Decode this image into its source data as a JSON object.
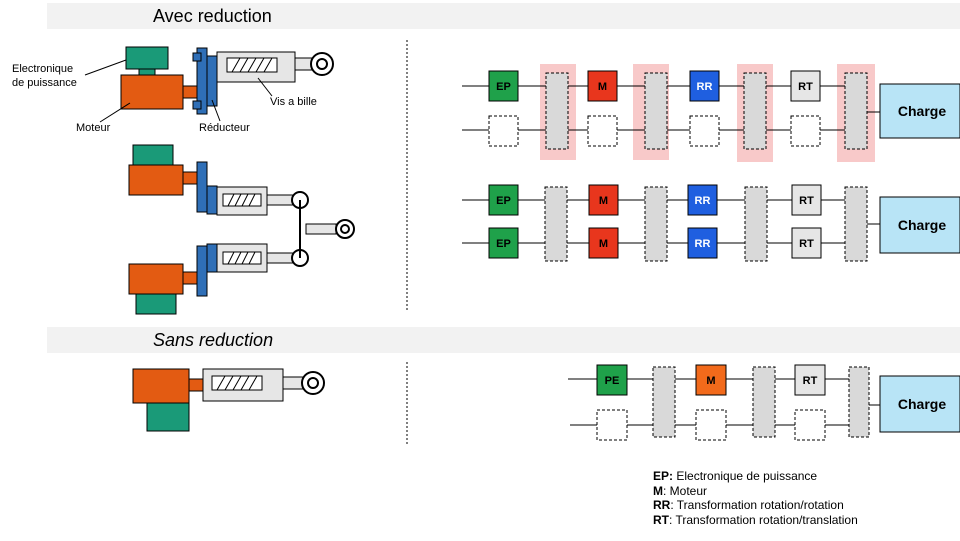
{
  "sections": {
    "with_reduction": "Avec reduction",
    "without_reduction": "Sans reduction"
  },
  "mechanism_labels": {
    "electronics": [
      "Electronique",
      "de puissance"
    ],
    "motor": "Moteur",
    "reducer": "Réducteur",
    "ball_screw": "Vis a bille"
  },
  "blocks": {
    "ep": "EP",
    "pe": "PE",
    "m": "M",
    "rr": "RR",
    "rt": "RT",
    "load": "Charge"
  },
  "legend": [
    {
      "abbr": "EP:",
      "text": " Electronique de puissance"
    },
    {
      "abbr": "M",
      "text": ": Moteur"
    },
    {
      "abbr": "RR",
      "text": ": Transformation rotation/rotation"
    },
    {
      "abbr": "RT",
      "text": ": Transformation rotation/translation"
    }
  ],
  "colors": {
    "ep": "#1fa14a",
    "m_red": "#e8361d",
    "m_orange": "#f26a1b",
    "rr": "#1f5fe0",
    "rt": "#e6e6e6",
    "load": "#b8e4f6",
    "coupling": "#d9d9d9",
    "highlight": "#f8c9c9",
    "motor_body": "#e35b12",
    "electronics_body": "#1a9a78",
    "reducer_body": "#2f6fb7"
  }
}
